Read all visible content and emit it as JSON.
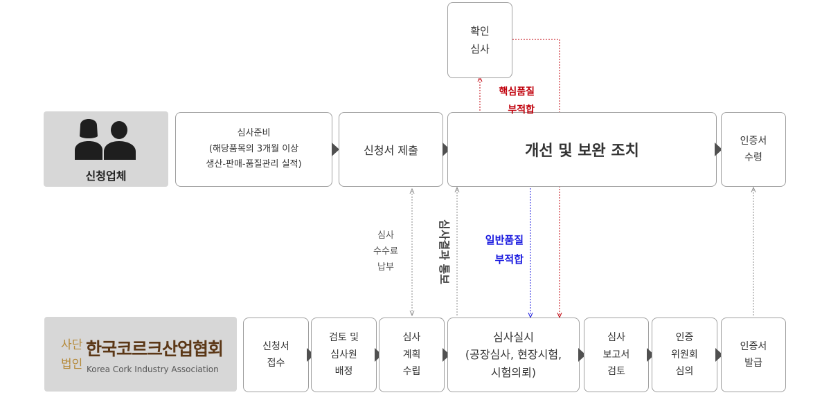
{
  "colors": {
    "border": "#9e9e9e",
    "arrow": "#505050",
    "core_red": "#c0000b",
    "general_blue": "#1a1adf",
    "grey_line": "#9a9a9a",
    "card_bg": "#d7d7d7",
    "kcia_brown": "#5b3716",
    "kcia_gold": "#b58a3a"
  },
  "applicant": {
    "icon": "people-icon",
    "label": "신청업체"
  },
  "association": {
    "logo_side_top": "사단",
    "logo_side_bottom": "법인",
    "logo_main": "한국코르크산업협회",
    "logo_sub": "Korea Cork Industry Association"
  },
  "top_row": {
    "prep": "심사준비\n(해당품목의 3개월 이상\n생산-판매-품질관리 실적)",
    "submit": "신청서 제출",
    "improve": "개선 및 보완 조치",
    "receive": "인증서\n수령"
  },
  "confirm": "확인\n심사",
  "bottom_row": {
    "receipt": "신청서\n접수",
    "review": "검토 및\n심사원\n배정",
    "plan": "심사\n계획\n수립",
    "audit": "심사실시\n(공장심사, 현장시험,\n시험의뢰)",
    "report": "심사\n보고서\n검토",
    "committee": "인증\n위원회\n심의",
    "issue": "인증서\n발급"
  },
  "labels": {
    "fee": "심사\n수수료\n납부",
    "result": "심사결과 통보",
    "core_nonconf": "핵심품질\n부적합",
    "general_nonconf": "일반품질\n부적합"
  }
}
